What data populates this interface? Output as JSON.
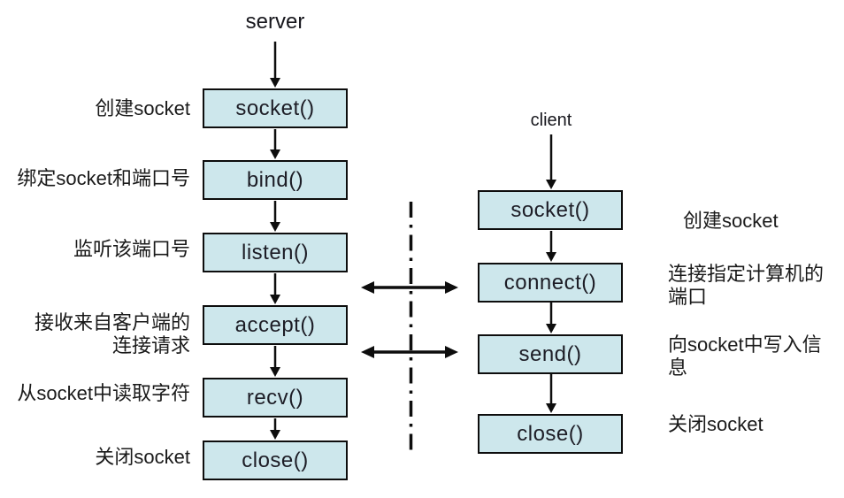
{
  "diagram_title": "socket-api-flow",
  "server": {
    "title": "server",
    "steps": [
      "socket()",
      "bind()",
      "listen()",
      "accept()",
      "recv()",
      "close()"
    ],
    "annotations": [
      "创建socket",
      "绑定socket和端口号",
      "监听该端口号",
      "接收来自客户端的\n连接请求",
      "从socket中读取字符",
      "关闭socket"
    ]
  },
  "client": {
    "title": "client",
    "steps": [
      "socket()",
      "connect()",
      "send()",
      "close()"
    ],
    "annotations": [
      "创建socket",
      "连接指定计算机的\n端口",
      "向socket中写入信\n息",
      "关闭socket"
    ]
  },
  "colors": {
    "box_fill": "#cde7ec",
    "box_border": "#0d0d0d",
    "arrow": "#0d0d0d",
    "text": "#1a1a1a"
  }
}
